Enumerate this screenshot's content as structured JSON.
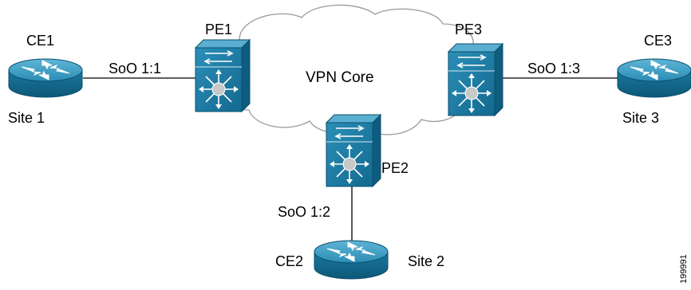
{
  "diagram": {
    "cloud_label": "VPN Core",
    "figure_id": "199991",
    "routers": [
      {
        "name": "CE1",
        "site": "Site 1"
      },
      {
        "name": "CE2",
        "site": "Site 2"
      },
      {
        "name": "CE3",
        "site": "Site 3"
      }
    ],
    "switches": [
      {
        "name": "PE1"
      },
      {
        "name": "PE2"
      },
      {
        "name": "PE3"
      }
    ],
    "links": [
      {
        "label": "SoO 1:1"
      },
      {
        "label": "SoO 1:2"
      },
      {
        "label": "SoO 1:3"
      }
    ],
    "colors": {
      "device_fill": "#1c7fa6",
      "device_dark": "#0f5f80",
      "device_light": "#9fd3e6",
      "cloud_stroke": "#9a9a9a",
      "line": "#000000"
    }
  }
}
